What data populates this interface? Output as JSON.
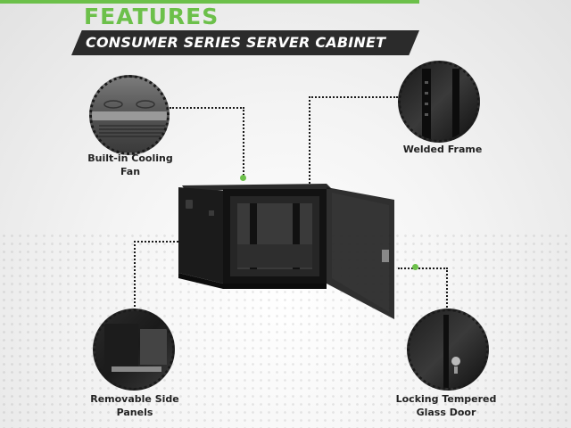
{
  "header": {
    "title": "FEATURES",
    "subtitle": "CONSUMER SERIES SERVER CABINET"
  },
  "callouts": {
    "fan": "Built-in Cooling\nFan",
    "frame": "Welded Frame",
    "panels": "Removable Side\nPanels",
    "door": "Locking Tempered\nGlass Door"
  },
  "colors": {
    "accent": "#6cc04a",
    "banner": "#2b2b2b",
    "cabinet": "#1a1a1a"
  }
}
